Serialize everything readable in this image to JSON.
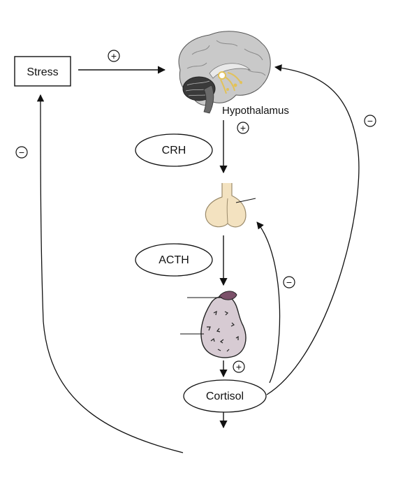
{
  "labels": {
    "stress": "Stress",
    "hypothalamus": "Hypothalamus",
    "crh": "CRH",
    "acth": "ACTH",
    "cortisol": "Cortisol"
  },
  "signs": {
    "plus": "+",
    "minus": "−"
  },
  "colors": {
    "stroke": "#111111",
    "brain": "#c9c9c9",
    "cerebellum": "#3a3a3a",
    "hypothalamus_nuclei": "#e2c25a",
    "pituitary": "#f3e2c0",
    "adrenal": "#d7cbd3",
    "adrenal_cap": "#7b5069"
  }
}
